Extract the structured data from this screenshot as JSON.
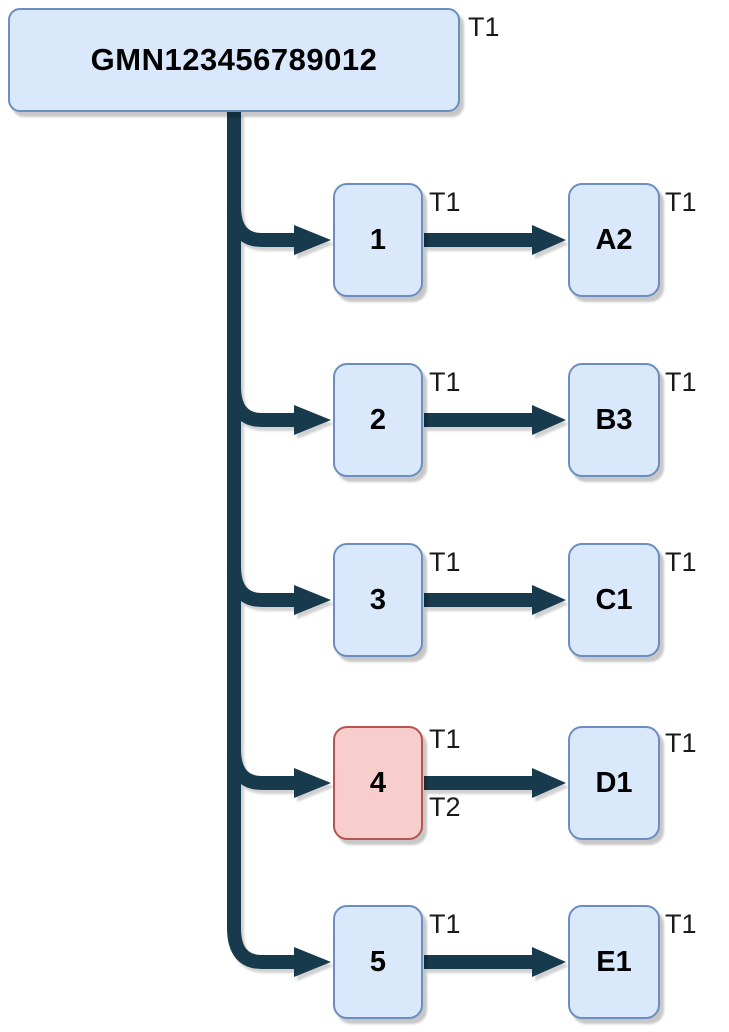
{
  "colors": {
    "node_fill": "#dae8fc",
    "node_border": "#6c8ebf",
    "highlight_fill": "#f8cecc",
    "highlight_border": "#b85450",
    "connector": "#173a4d"
  },
  "root": {
    "label": "GMN123456789012",
    "tag": "T1"
  },
  "rows": [
    {
      "num": "1",
      "num_tag": "T1",
      "letter": "A2",
      "letter_tag": "T1"
    },
    {
      "num": "2",
      "num_tag": "T1",
      "letter": "B3",
      "letter_tag": "T1"
    },
    {
      "num": "3",
      "num_tag": "T1",
      "letter": "C1",
      "letter_tag": "T1"
    },
    {
      "num": "4",
      "num_tag": "T1",
      "num_tag2": "T2",
      "letter": "D1",
      "letter_tag": "T1",
      "highlighted": true
    },
    {
      "num": "5",
      "num_tag": "T1",
      "letter": "E1",
      "letter_tag": "T1"
    }
  ]
}
